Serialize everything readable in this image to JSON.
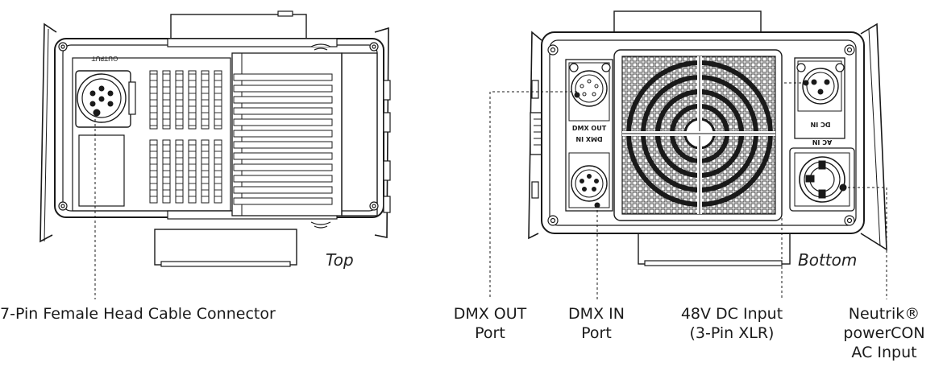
{
  "views": {
    "top": "Top",
    "bottom": "Bottom"
  },
  "panel_labels": {
    "output": "OUTPUT",
    "dmx_out": "DMX OUT",
    "dmx_in": "DMX IN",
    "dc_in": "DC IN",
    "ac_in": "AC IN"
  },
  "callouts": {
    "head_cable": "7-Pin Female Head Cable Connector",
    "dmx_out": [
      "DMX OUT",
      "Port"
    ],
    "dmx_in": [
      "DMX IN",
      "Port"
    ],
    "dc_input": [
      "48V DC Input",
      "(3-Pin XLR)"
    ],
    "ac_input": [
      "Neutrik®",
      "powerCON",
      "AC Input"
    ]
  }
}
